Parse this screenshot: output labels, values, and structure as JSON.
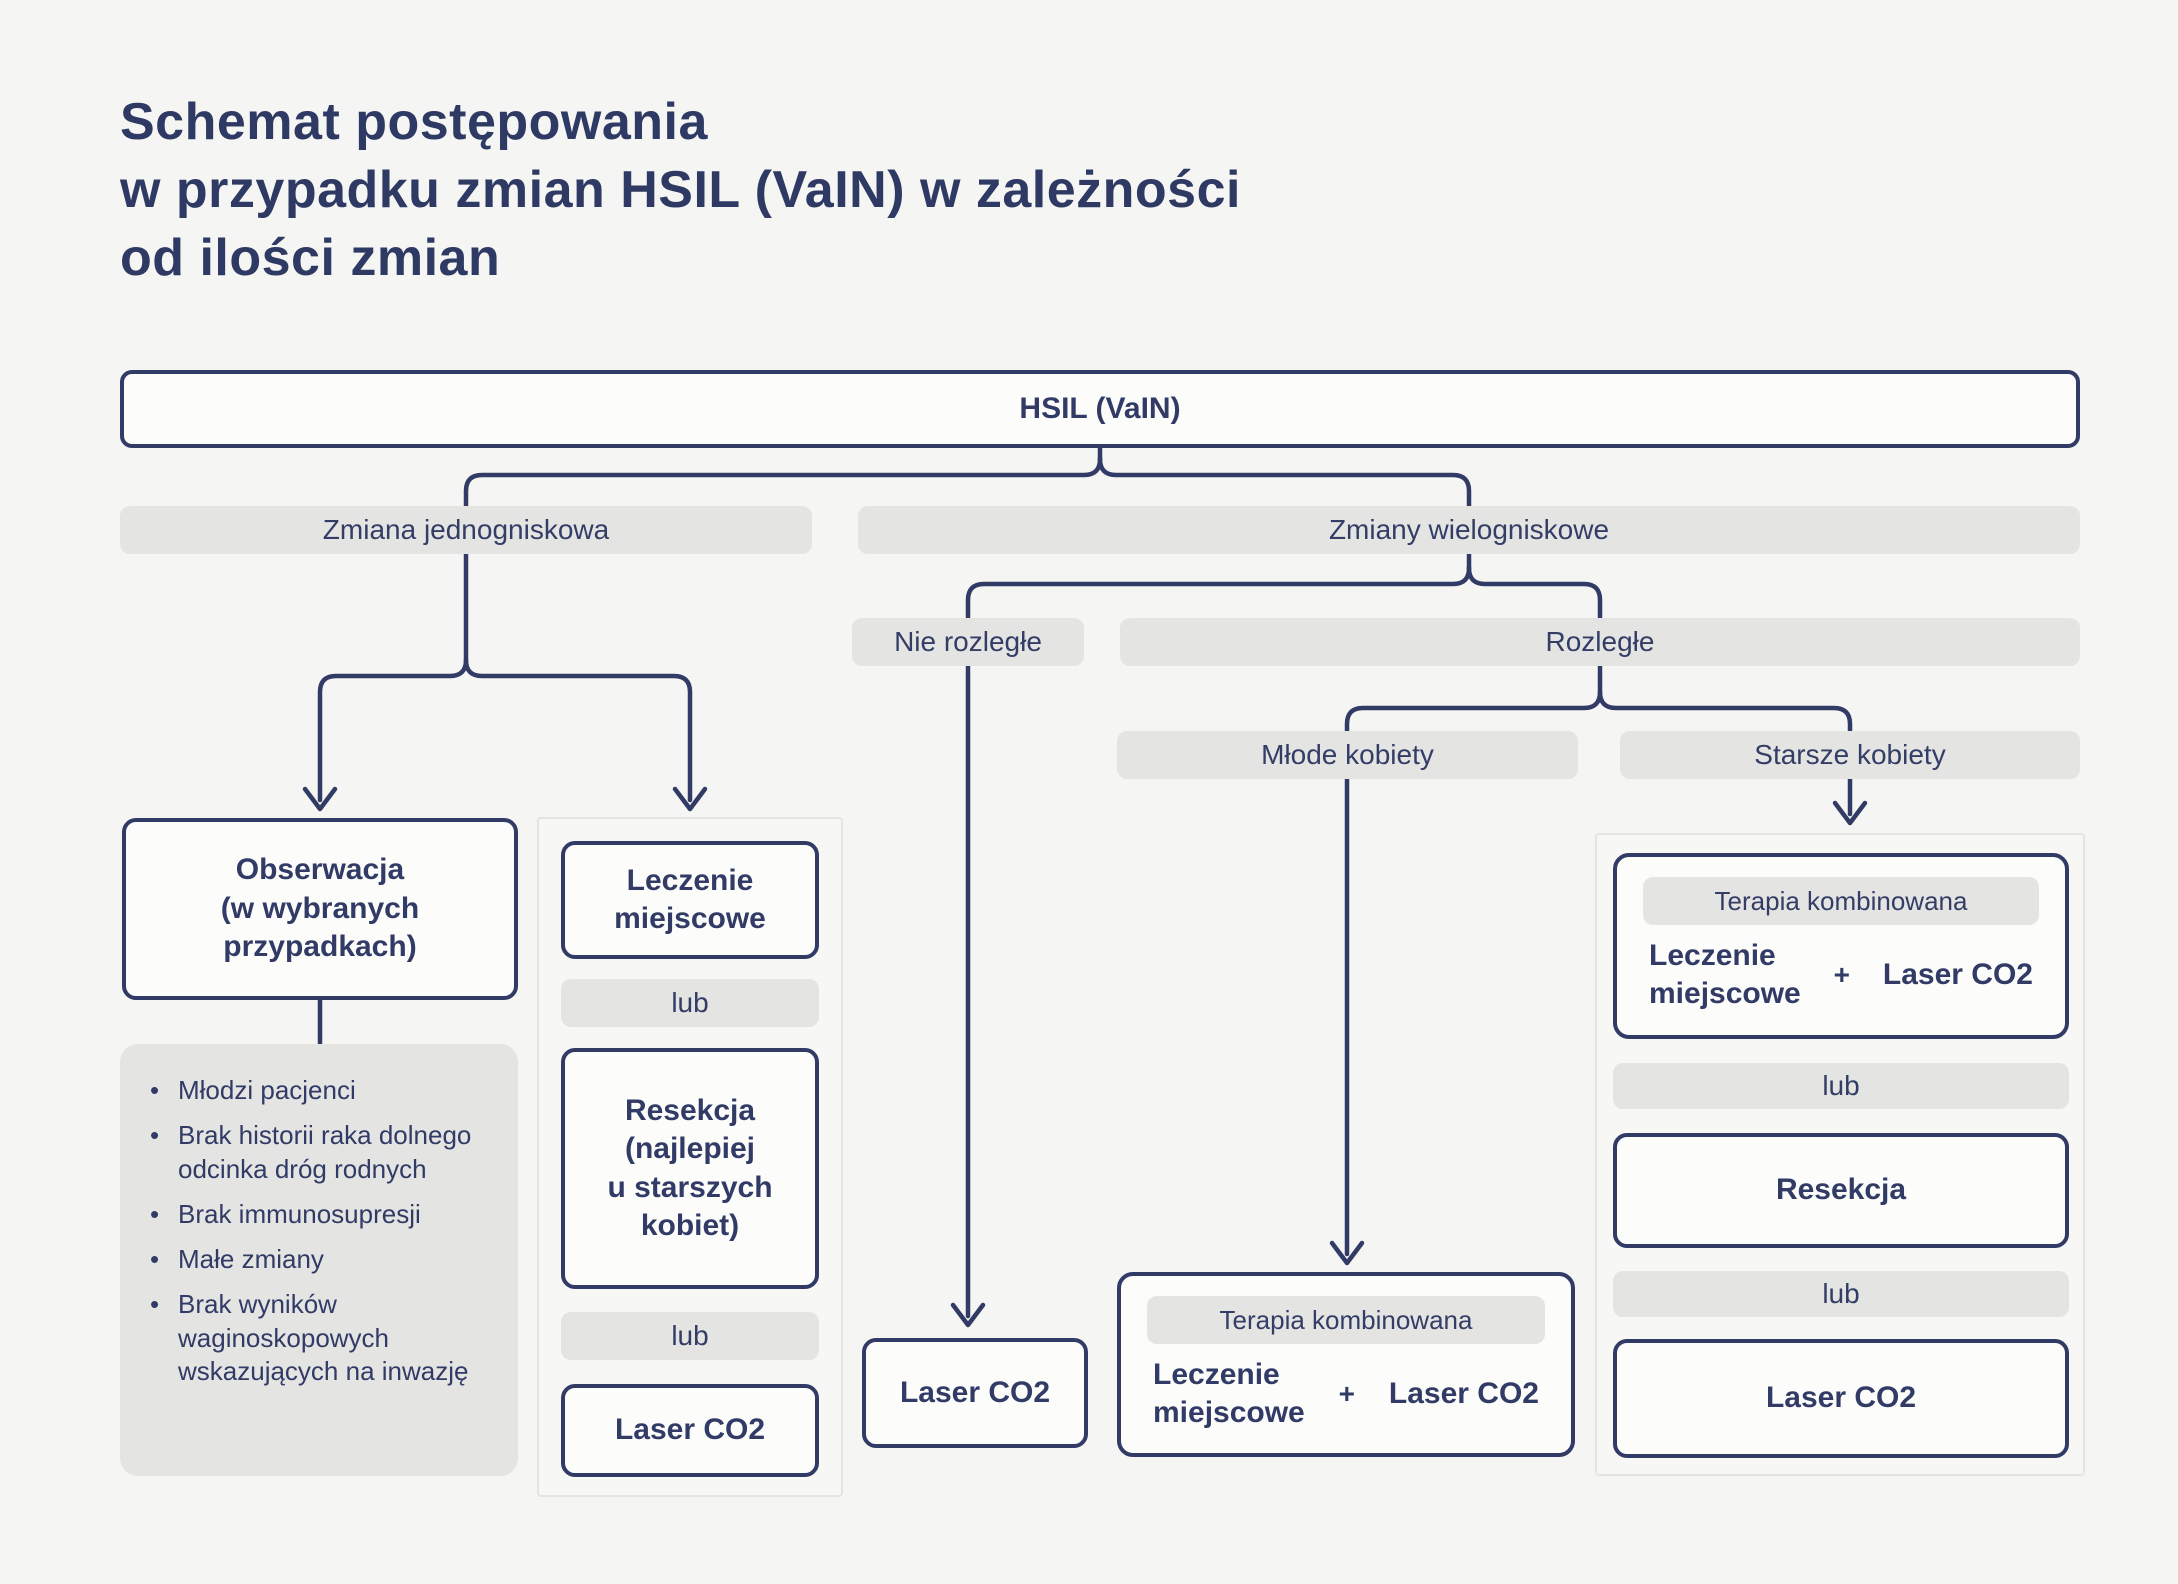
{
  "colors": {
    "background": "#f5f5f3",
    "navy": "#313b66",
    "pill_gray": "#e4e4e3",
    "box_white": "#fcfcfb",
    "panel_bg": "#f7f7f5",
    "panel_border": "#e4e4e2"
  },
  "title": {
    "line1": "Schemat postępowania",
    "line2": "w przypadku zmian HSIL (VaIN) w zależności",
    "line3": "od ilości zmian"
  },
  "root_label": "HSIL (VaIN)",
  "level1": {
    "single": "Zmiana jednogniskowa",
    "multi": "Zmiany wielogniskowe"
  },
  "level2": {
    "not_extensive": "Nie rozległe",
    "extensive": "Rozległe"
  },
  "level3": {
    "young": "Młode kobiety",
    "older": "Starsze kobiety"
  },
  "observation": {
    "line1": "Obserwacja",
    "line2": "(w wybranych",
    "line3": "przypadkach)"
  },
  "criteria": {
    "items": [
      "Młodzi pacjenci",
      "Brak historii raka dolnego odcinka dróg rodnych",
      "Brak immunosupresji",
      "Małe zmiany",
      "Brak wyników waginoskopowych wskazujących na inwazję"
    ]
  },
  "local_column": {
    "treat_line1": "Leczenie",
    "treat_line2": "miejscowe",
    "or1": "lub",
    "resection_line1": "Resekcja",
    "resection_line2": "(najlepiej",
    "resection_line3": "u starszych",
    "resection_line4": "kobiet)",
    "or2": "lub",
    "laser": "Laser CO2"
  },
  "not_extensive_outcome": "Laser CO2",
  "combo_young": {
    "tag": "Terapia kombinowana",
    "left1": "Leczenie",
    "left2": "miejscowe",
    "plus": "+",
    "right": "Laser CO2"
  },
  "older_column": {
    "combo_tag": "Terapia kombinowana",
    "combo_left1": "Leczenie",
    "combo_left2": "miejscowe",
    "combo_plus": "+",
    "combo_right": "Laser CO2",
    "or1": "lub",
    "resection": "Resekcja",
    "or2": "lub",
    "laser": "Laser CO2"
  }
}
